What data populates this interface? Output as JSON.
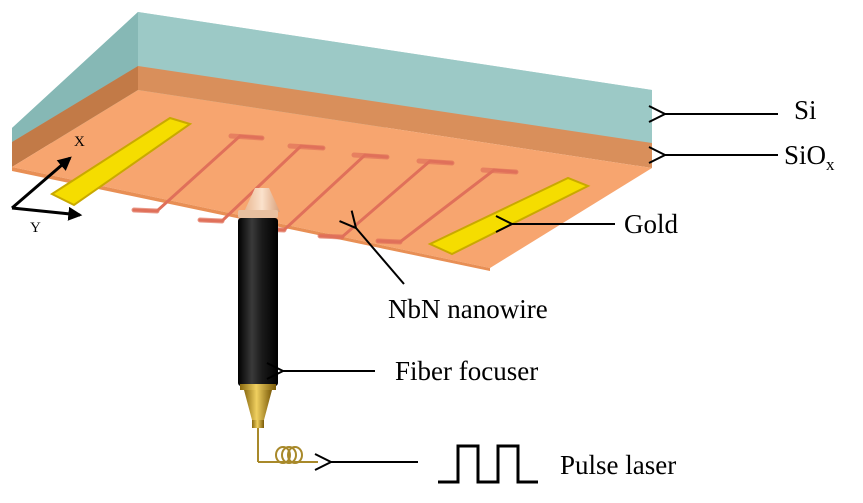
{
  "labels": {
    "si": "Si",
    "siox_base": "SiO",
    "siox_sub": "x",
    "gold": "Gold",
    "nanowire": "NbN nanowire",
    "fiber_focuser": "Fiber focuser",
    "pulse_laser": "Pulse laser",
    "axis_x": "X",
    "axis_y": "Y"
  },
  "colors": {
    "si_top": "#9cc9c6",
    "si_front": "#8fbfbd",
    "si_side": "#7faeab",
    "siox_front": "#d9935f",
    "siox_side": "#c98250",
    "substrate": "#f7a56f",
    "substrate_edge": "#f0995f",
    "gold": "#f5dd00",
    "gold_edge": "#c9a900",
    "nanowire": "#e0705a",
    "focuser_body": "#1a1a1a",
    "focuser_tip": "#f2c7a3",
    "ferrule": "#c9a227",
    "fiber": "#a8892a"
  }
}
